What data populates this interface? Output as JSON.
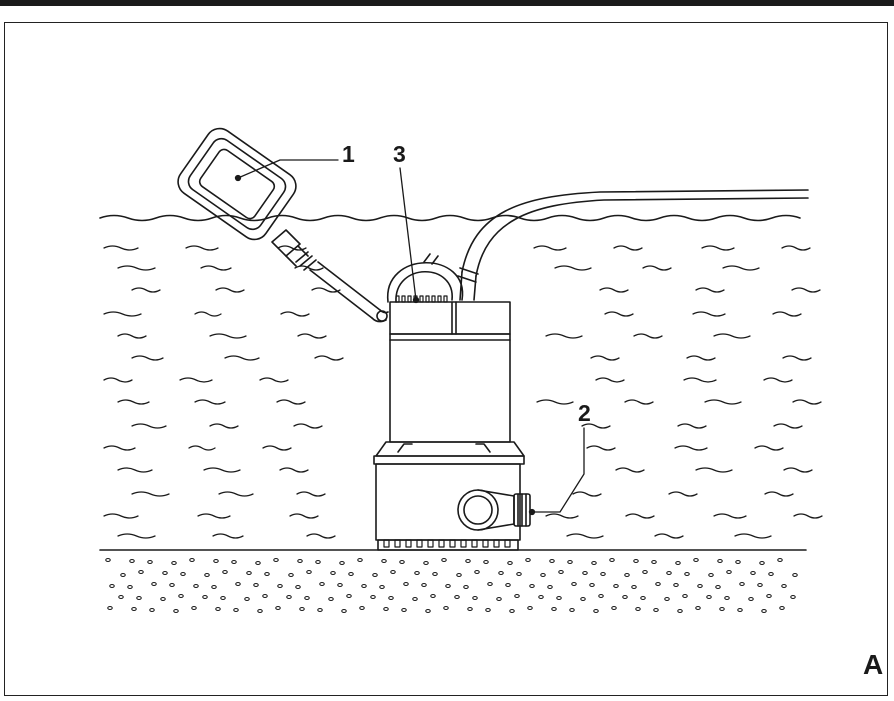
{
  "callouts": {
    "float_switch": "1",
    "outlet": "2",
    "intake_grille": "3"
  },
  "figure_label": "A",
  "colors": {
    "line": "#1a1a1a",
    "background": "#ffffff",
    "top_bar": "#1a1a1a"
  }
}
